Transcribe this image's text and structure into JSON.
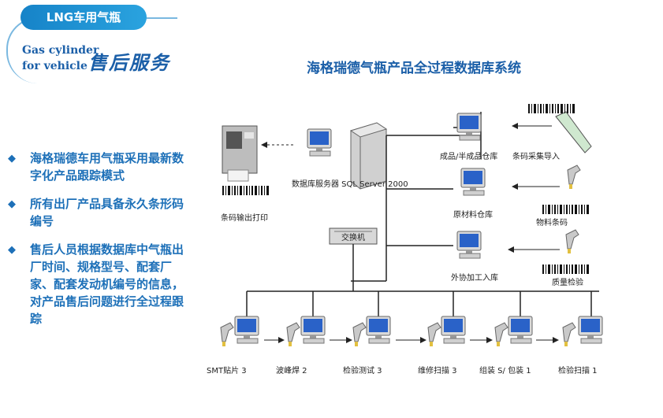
{
  "badge": {
    "pill": "LNG车用气瓶",
    "en_line1": "Gas cylinder",
    "en_line2": "for vehicle",
    "zh": "售后服务"
  },
  "title": "海格瑞德气瓶产品全过程数据库系统",
  "bullets": [
    "海格瑞德车用气瓶采用最新数字化产品跟踪模式",
    "所有出厂产品具备永久条形码编号",
    "售后人员根据数据库中气瓶出厂时间、规格型号、配套厂家、配套发动机编号的信息，对产品售后问题进行全过程跟踪"
  ],
  "diagram": {
    "printer_label": "条码输出打印",
    "server_label": "数据库服务器 SQL Server 2000",
    "switch_label": "交换机",
    "right_labels": [
      "成品/半成品仓库",
      "条码采集导入",
      "原材料仓库",
      "物料条码",
      "外协加工入库",
      "质量检验"
    ],
    "bottom_labels": [
      "SMT贴片 3",
      "波峰焊 2",
      "检验测试 3",
      "维修扫描 3",
      "组装 S/ 包装 1",
      "检验扫描 1"
    ]
  }
}
